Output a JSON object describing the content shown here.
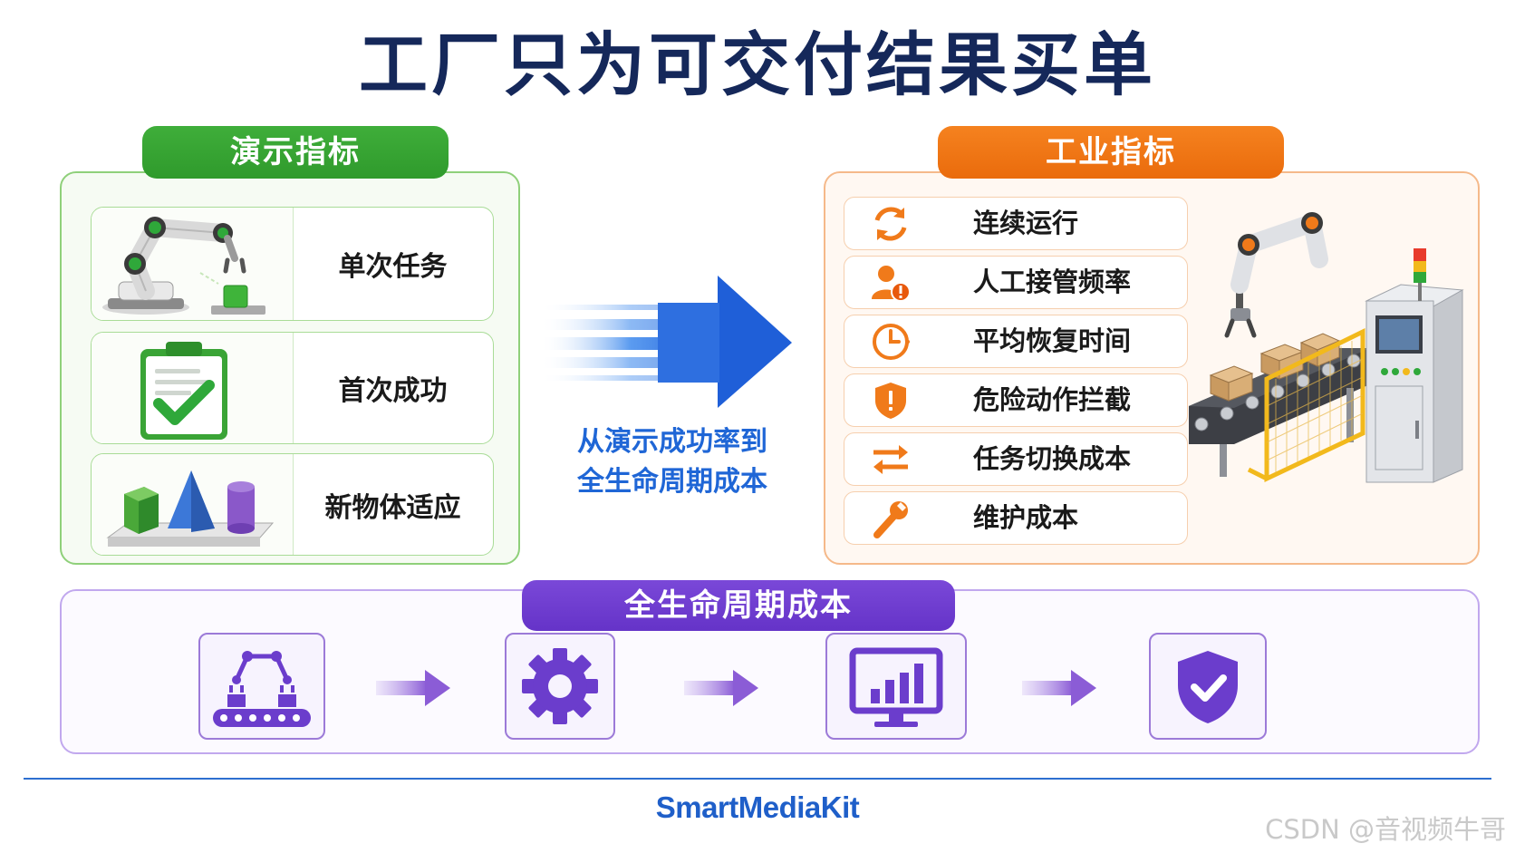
{
  "title": "工厂只为可交付结果买单",
  "left": {
    "header": "演示指标",
    "items": [
      {
        "label": "单次任务",
        "icon": "robot-arm-icon"
      },
      {
        "label": "首次成功",
        "icon": "clipboard-check-icon"
      },
      {
        "label": "新物体适应",
        "icon": "geometric-shapes-icon"
      }
    ]
  },
  "middle": {
    "line1": "从演示成功率到",
    "line2": "全生命周期成本",
    "icon": "blue-arrow-right-icon"
  },
  "right": {
    "header": "工业指标",
    "items": [
      {
        "label": "连续运行",
        "icon": "refresh-cycle-icon"
      },
      {
        "label": "人工接管频率",
        "icon": "user-alert-icon"
      },
      {
        "label": "平均恢复时间",
        "icon": "clock-icon"
      },
      {
        "label": "危险动作拦截",
        "icon": "shield-alert-icon"
      },
      {
        "label": "任务切换成本",
        "icon": "swap-arrows-icon"
      },
      {
        "label": "维护成本",
        "icon": "wrench-icon"
      }
    ]
  },
  "bottom": {
    "header": "全生命周期成本",
    "steps": [
      "robot-conveyor-icon",
      "gear-icon",
      "monitor-chart-icon",
      "shield-check-icon"
    ]
  },
  "footer": {
    "brand": "SmartMediaKit",
    "watermark": "CSDN @音视频牛哥"
  },
  "colors": {
    "title": "#15285a",
    "green": "#2f9a2c",
    "orange": "#ea6b0c",
    "purple": "#6533c8",
    "blue": "#1f66d6"
  }
}
